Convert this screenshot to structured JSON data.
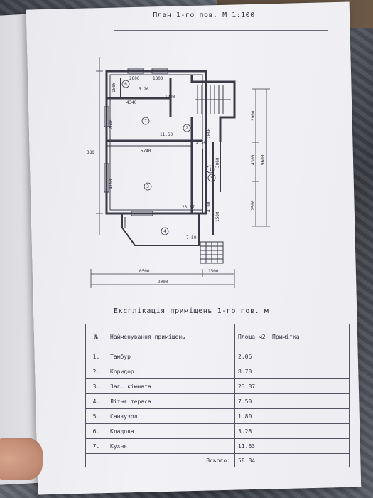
{
  "sheet": {
    "title": "План 1-го пов. М 1:100"
  },
  "plan": {
    "room_numbers": [
      "1",
      "2",
      "3",
      "4",
      "5",
      "6",
      "7"
    ],
    "dims": {
      "d2800": "2800",
      "d1800": "1800",
      "d4340": "4340",
      "d5740": "5740",
      "d4160": "4160",
      "d6500": "6500",
      "d1500": "1500",
      "d9000": "9000",
      "d9600": "9600",
      "d4300": "4300",
      "d2500": "2500",
      "d2900": "2900",
      "d2690": "2690",
      "d4190": "4190",
      "d1800b": "1800",
      "d2060": "2060",
      "d1200": "1200",
      "d3060": "3060",
      "d1500b": "1500",
      "area3": "23.87",
      "area1": "11.63",
      "area4": "7.50",
      "area5": "5.26",
      "area2": "2.50",
      "d380": "380"
    }
  },
  "explication": {
    "title": "Експлікація приміщень 1-го пов. м",
    "headers": {
      "num": "№",
      "name": "Найменування приміщень",
      "area": "Площа м2",
      "note": "Примітка"
    },
    "rows": [
      {
        "num": "1.",
        "name": "Тамбур",
        "area": "2.06"
      },
      {
        "num": "2.",
        "name": "Коридор",
        "area": "8.70"
      },
      {
        "num": "3.",
        "name": "Заг. кімната",
        "area": "23.87"
      },
      {
        "num": "4.",
        "name": "Літня тераса",
        "area": "7.50"
      },
      {
        "num": "5.",
        "name": "Санвузол",
        "area": "1.80"
      },
      {
        "num": "6.",
        "name": "Кладова",
        "area": "3.28"
      },
      {
        "num": "7.",
        "name": "Кухня",
        "area": "11.63"
      }
    ],
    "total_label": "Всього:",
    "total_value": "58.84"
  }
}
